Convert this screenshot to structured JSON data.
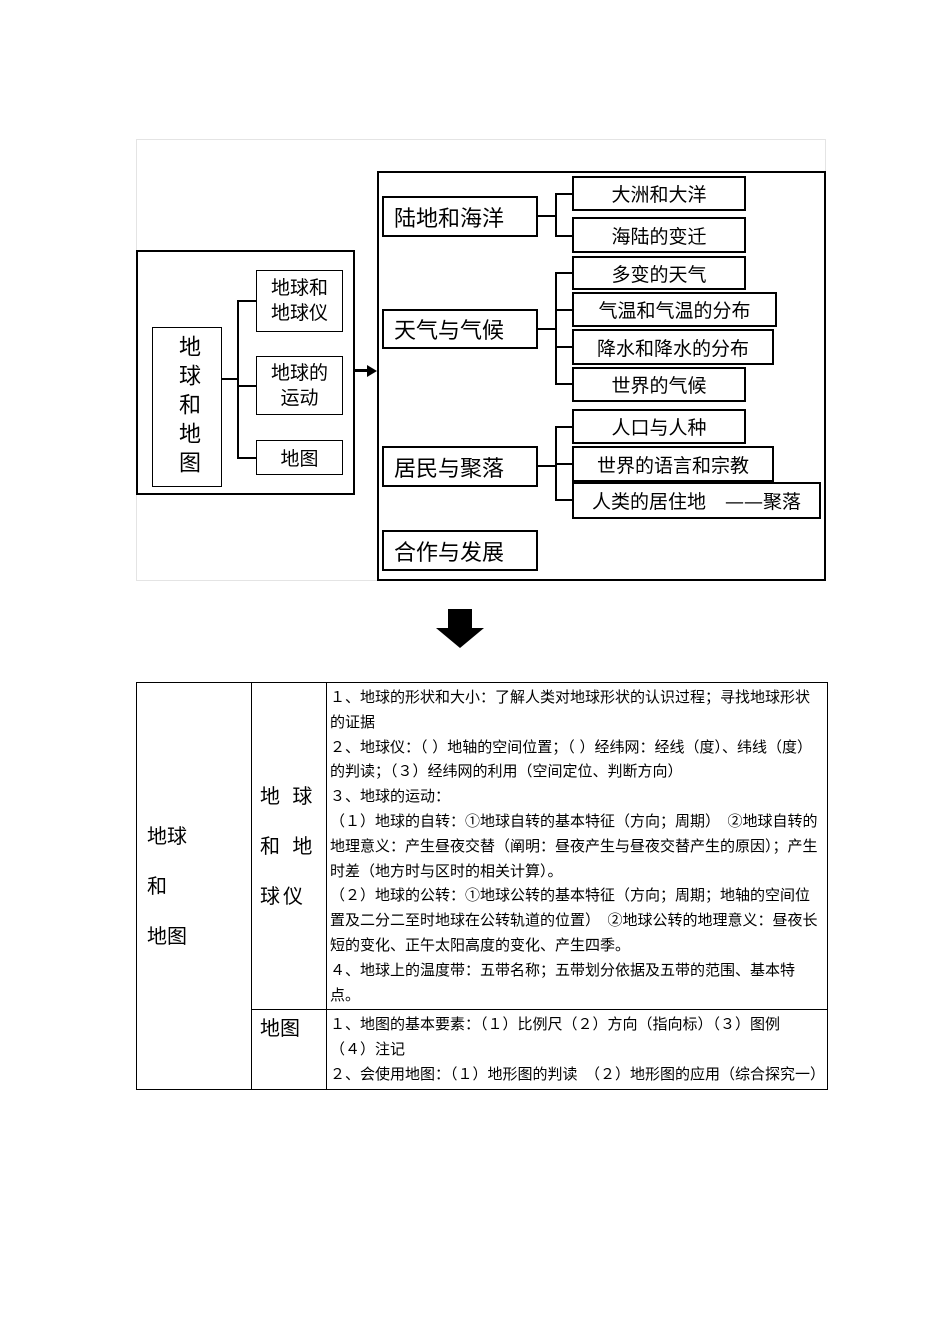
{
  "diagram": {
    "root": "地球和地图",
    "root_chars": [
      "地",
      "球",
      "和",
      "地",
      "图"
    ],
    "left_items": [
      "地球和地球仪",
      "地球的运动",
      "地图"
    ],
    "categories": [
      {
        "label": "陆地和海洋",
        "items": [
          "大洲和大洋",
          "海陆的变迁"
        ]
      },
      {
        "label": "天气与气候",
        "items": [
          "多变的天气",
          "气温和气温的分布",
          "降水和降水的分布",
          "世界的气候"
        ]
      },
      {
        "label": "居民与聚落",
        "items": [
          "人口与人种",
          "世界的语言和宗教",
          "人类的居住地　——聚落"
        ]
      },
      {
        "label": "合作与发展",
        "items": []
      }
    ]
  },
  "table": {
    "col1": [
      "地球",
      "和",
      "地图"
    ],
    "rows": [
      {
        "topic": "地 球 和 地 球仪",
        "lines": [
          "１、地球的形状和大小：了解人类对地球形状的认识过程；寻找地球形状的证据",
          "２、地球仪：（ ）地轴的空间位置；（ ）经纬网：经线（度）、纬线（度）的判读；（３）经纬网的利用（空间定位、判断方向）",
          "３、地球的运动：",
          "（１）地球的自转：①地球自转的基本特征（方向；周期）　②地球自转的地理意义：产生昼夜交替（阐明：昼夜产生与昼夜交替产生的原因）；产生时差（地方时与区时的相关计算）。",
          "（２）地球的公转：①地球公转的基本特征（方向；周期；地轴的空间位置及二分二至时地球在公转轨道的位置）　②地球公转的地理意义：昼夜长短的变化、正午太阳高度的变化、产生四季。",
          "４、地球上的温度带：五带名称；五带划分依据及五带的范围、基本特点。"
        ]
      },
      {
        "topic": "地图",
        "lines": [
          "１、地图的基本要素：（１）比例尺（２）方向（指向标）（３）图例　（４）注记",
          "２、会使用地图：（１）地形图的判读　（２）地形图的应用（综合探究一）"
        ]
      }
    ]
  }
}
